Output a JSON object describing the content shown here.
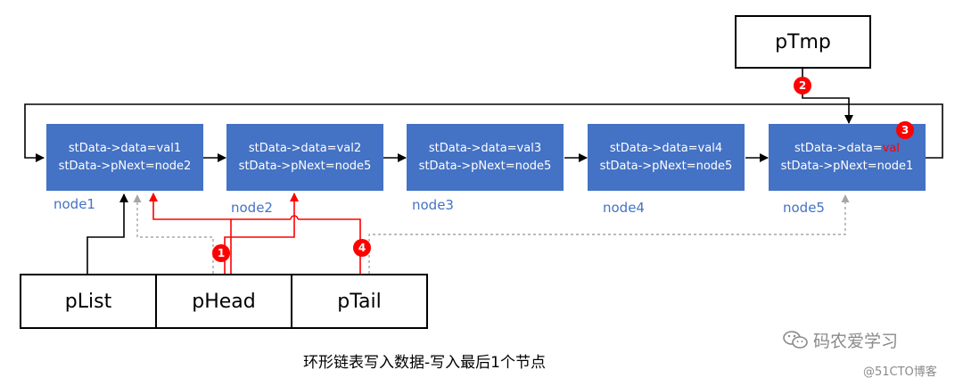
{
  "nodes": [
    {
      "line1": "stData->data=val1",
      "line2": "stData->pNext=node2",
      "label": "node1"
    },
    {
      "line1": "stData->data=val2",
      "line2": "stData->pNext=node5",
      "label": "node2"
    },
    {
      "line1": "stData->data=val3",
      "line2": "stData->pNext=node5",
      "label": "node3"
    },
    {
      "line1": "stData->data=val4",
      "line2": "stData->pNext=node5",
      "label": "node4"
    },
    {
      "line1_prefix": "stData->data=",
      "line1_value": "val",
      "line2": "stData->pNext=node1",
      "label": "node5"
    }
  ],
  "pointers": {
    "plist": "pList",
    "phead": "pHead",
    "ptail": "pTail",
    "ptmp": "pTmp"
  },
  "badges": {
    "b1": "1",
    "b2": "2",
    "b3": "3",
    "b4": "4"
  },
  "caption": "环形链表写入数据-写入最后1个节点",
  "watermark": {
    "primary": "码农爱学习",
    "secondary": "@51CTO博客"
  },
  "colors": {
    "node_fill": "#4472c4",
    "highlight": "#ff0000",
    "dashed": "#a6a6a6"
  }
}
